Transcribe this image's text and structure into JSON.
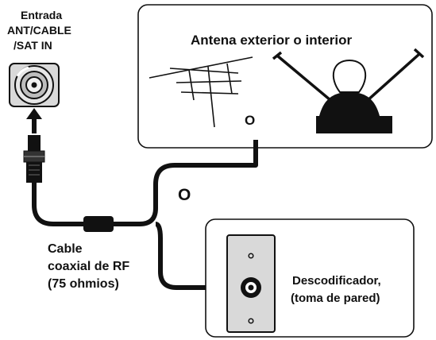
{
  "input_label": {
    "line1": "Entrada",
    "line2": "ANT/CABLE",
    "line3": "/SAT IN"
  },
  "antenna_box": {
    "title": "Antena exterior o interior",
    "or_text": "O"
  },
  "middle_or": "O",
  "cable_label": {
    "line1": "Cable",
    "line2": "coaxial de RF",
    "line3": "(75 ohmios)"
  },
  "wall_label": {
    "line1": "Descodificador,",
    "line2": "(toma de pared)"
  },
  "colors": {
    "line": "#111111",
    "connector_gray": "#c8c8c8",
    "plate_gray": "#d9d9d9",
    "background": "#ffffff"
  },
  "icons": [
    "coax-input-jack-icon",
    "arrow-up-icon",
    "coax-plug-icon",
    "outdoor-antenna-icon",
    "indoor-antenna-icon",
    "wall-plate-icon"
  ]
}
